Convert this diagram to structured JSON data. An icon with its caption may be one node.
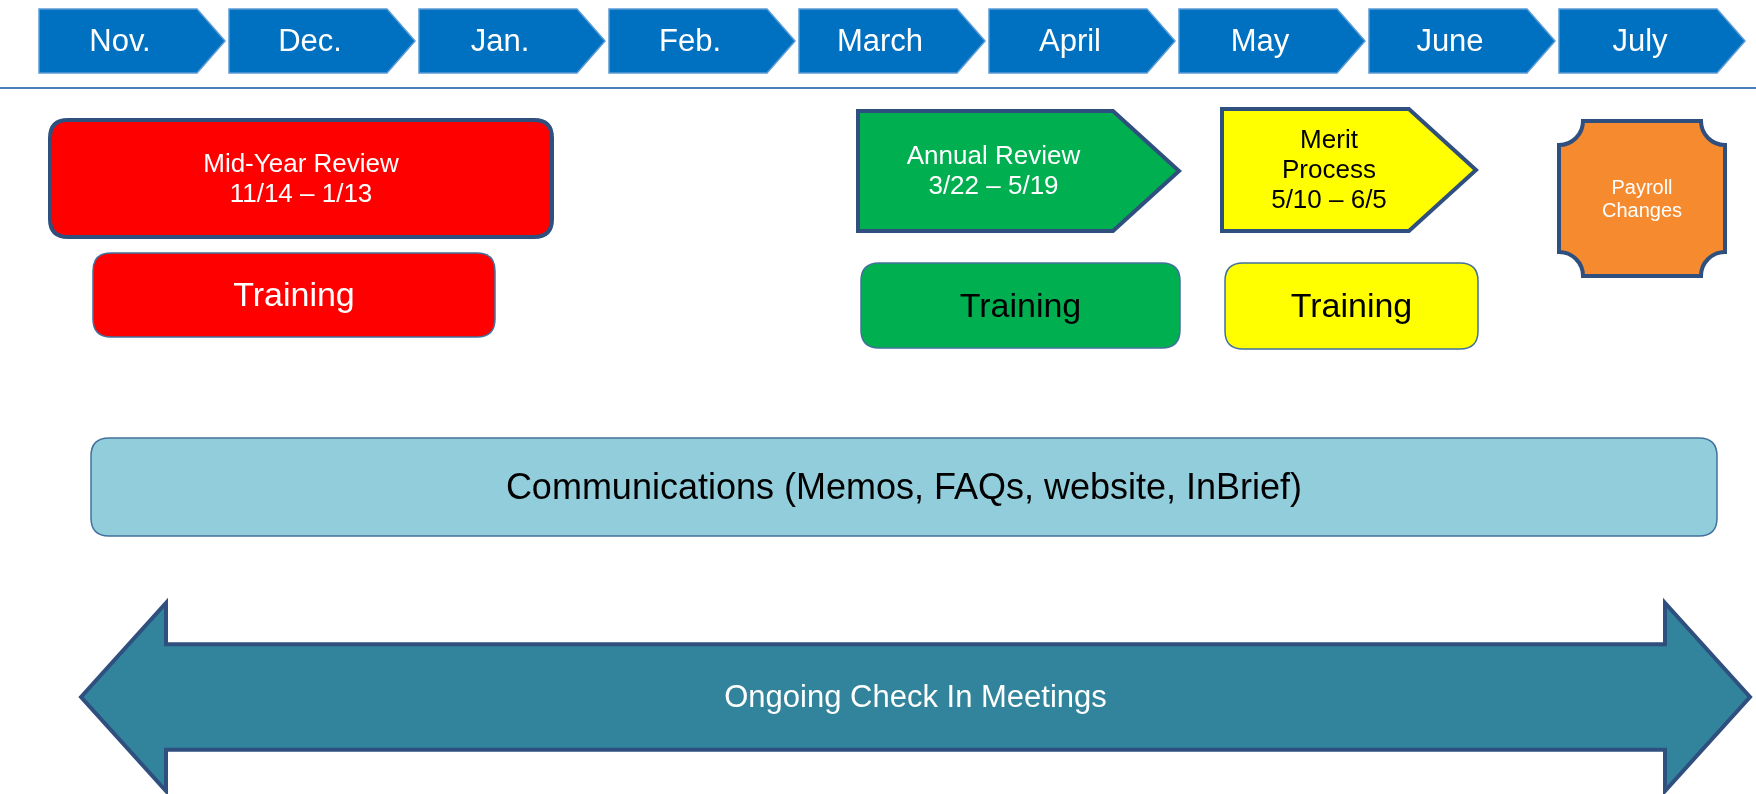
{
  "diagram": {
    "nodes": [
      {
        "text": [
          "Nov."
        ]
      },
      {
        "text": [
          "Dec."
        ]
      },
      {
        "text": [
          "Jan."
        ]
      },
      {
        "text": [
          "Feb."
        ]
      },
      {
        "text": [
          "March"
        ]
      },
      {
        "text": [
          "April"
        ]
      },
      {
        "text": [
          "May"
        ]
      },
      {
        "text": [
          "June"
        ]
      },
      {
        "text": [
          "July"
        ]
      },
      {
        "text": [
          "Mid-Year Review",
          "11/14 – 1/13"
        ]
      },
      {
        "text": [
          "Training"
        ]
      },
      {
        "text": [
          "Annual Review",
          "3/22 – 5/19"
        ]
      },
      {
        "text": [
          "Training"
        ]
      },
      {
        "text": [
          "Merit Process",
          "5/10 – 6/5"
        ]
      },
      {
        "text": [
          "Training"
        ]
      },
      {
        "text": [
          "Payroll Changes"
        ]
      },
      {
        "text": [
          "Communications (Memos, FAQs, website, InBrief)"
        ]
      },
      {
        "text": [
          "Ongoing Check In Meetings"
        ]
      }
    ],
    "edges": []
  }
}
